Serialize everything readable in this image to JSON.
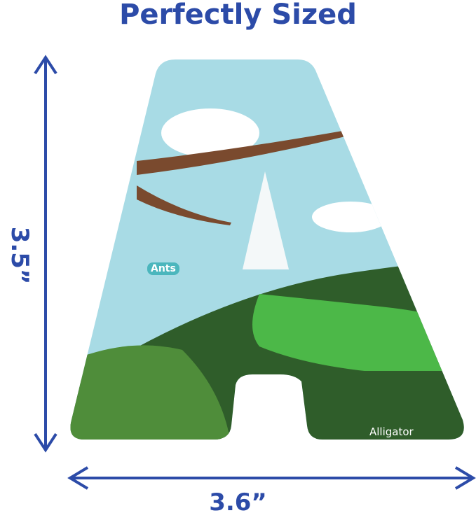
{
  "title": "Perfectly Sized",
  "dimensions": {
    "height": "3.5”",
    "width": "3.6”"
  },
  "labels": {
    "ants": "Ants",
    "alligator": "Alligator"
  },
  "colors": {
    "accent": "#2c4ba8",
    "sky": "#a8dbe5",
    "grass_dark": "#2f5d2a",
    "grass_light": "#4f8d3a",
    "alligator": "#4cb848"
  }
}
